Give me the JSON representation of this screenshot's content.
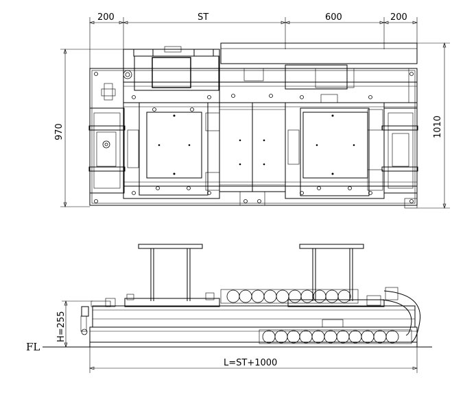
{
  "top_view": {
    "dimensions": {
      "left_margin": "200",
      "stroke": "ST",
      "middle": "600",
      "right_margin": "200",
      "height_inner": "970",
      "height_outer": "1010"
    }
  },
  "side_view": {
    "height_label": "H=255",
    "floor_label": "FL",
    "length_label": "L=ST+1000"
  }
}
